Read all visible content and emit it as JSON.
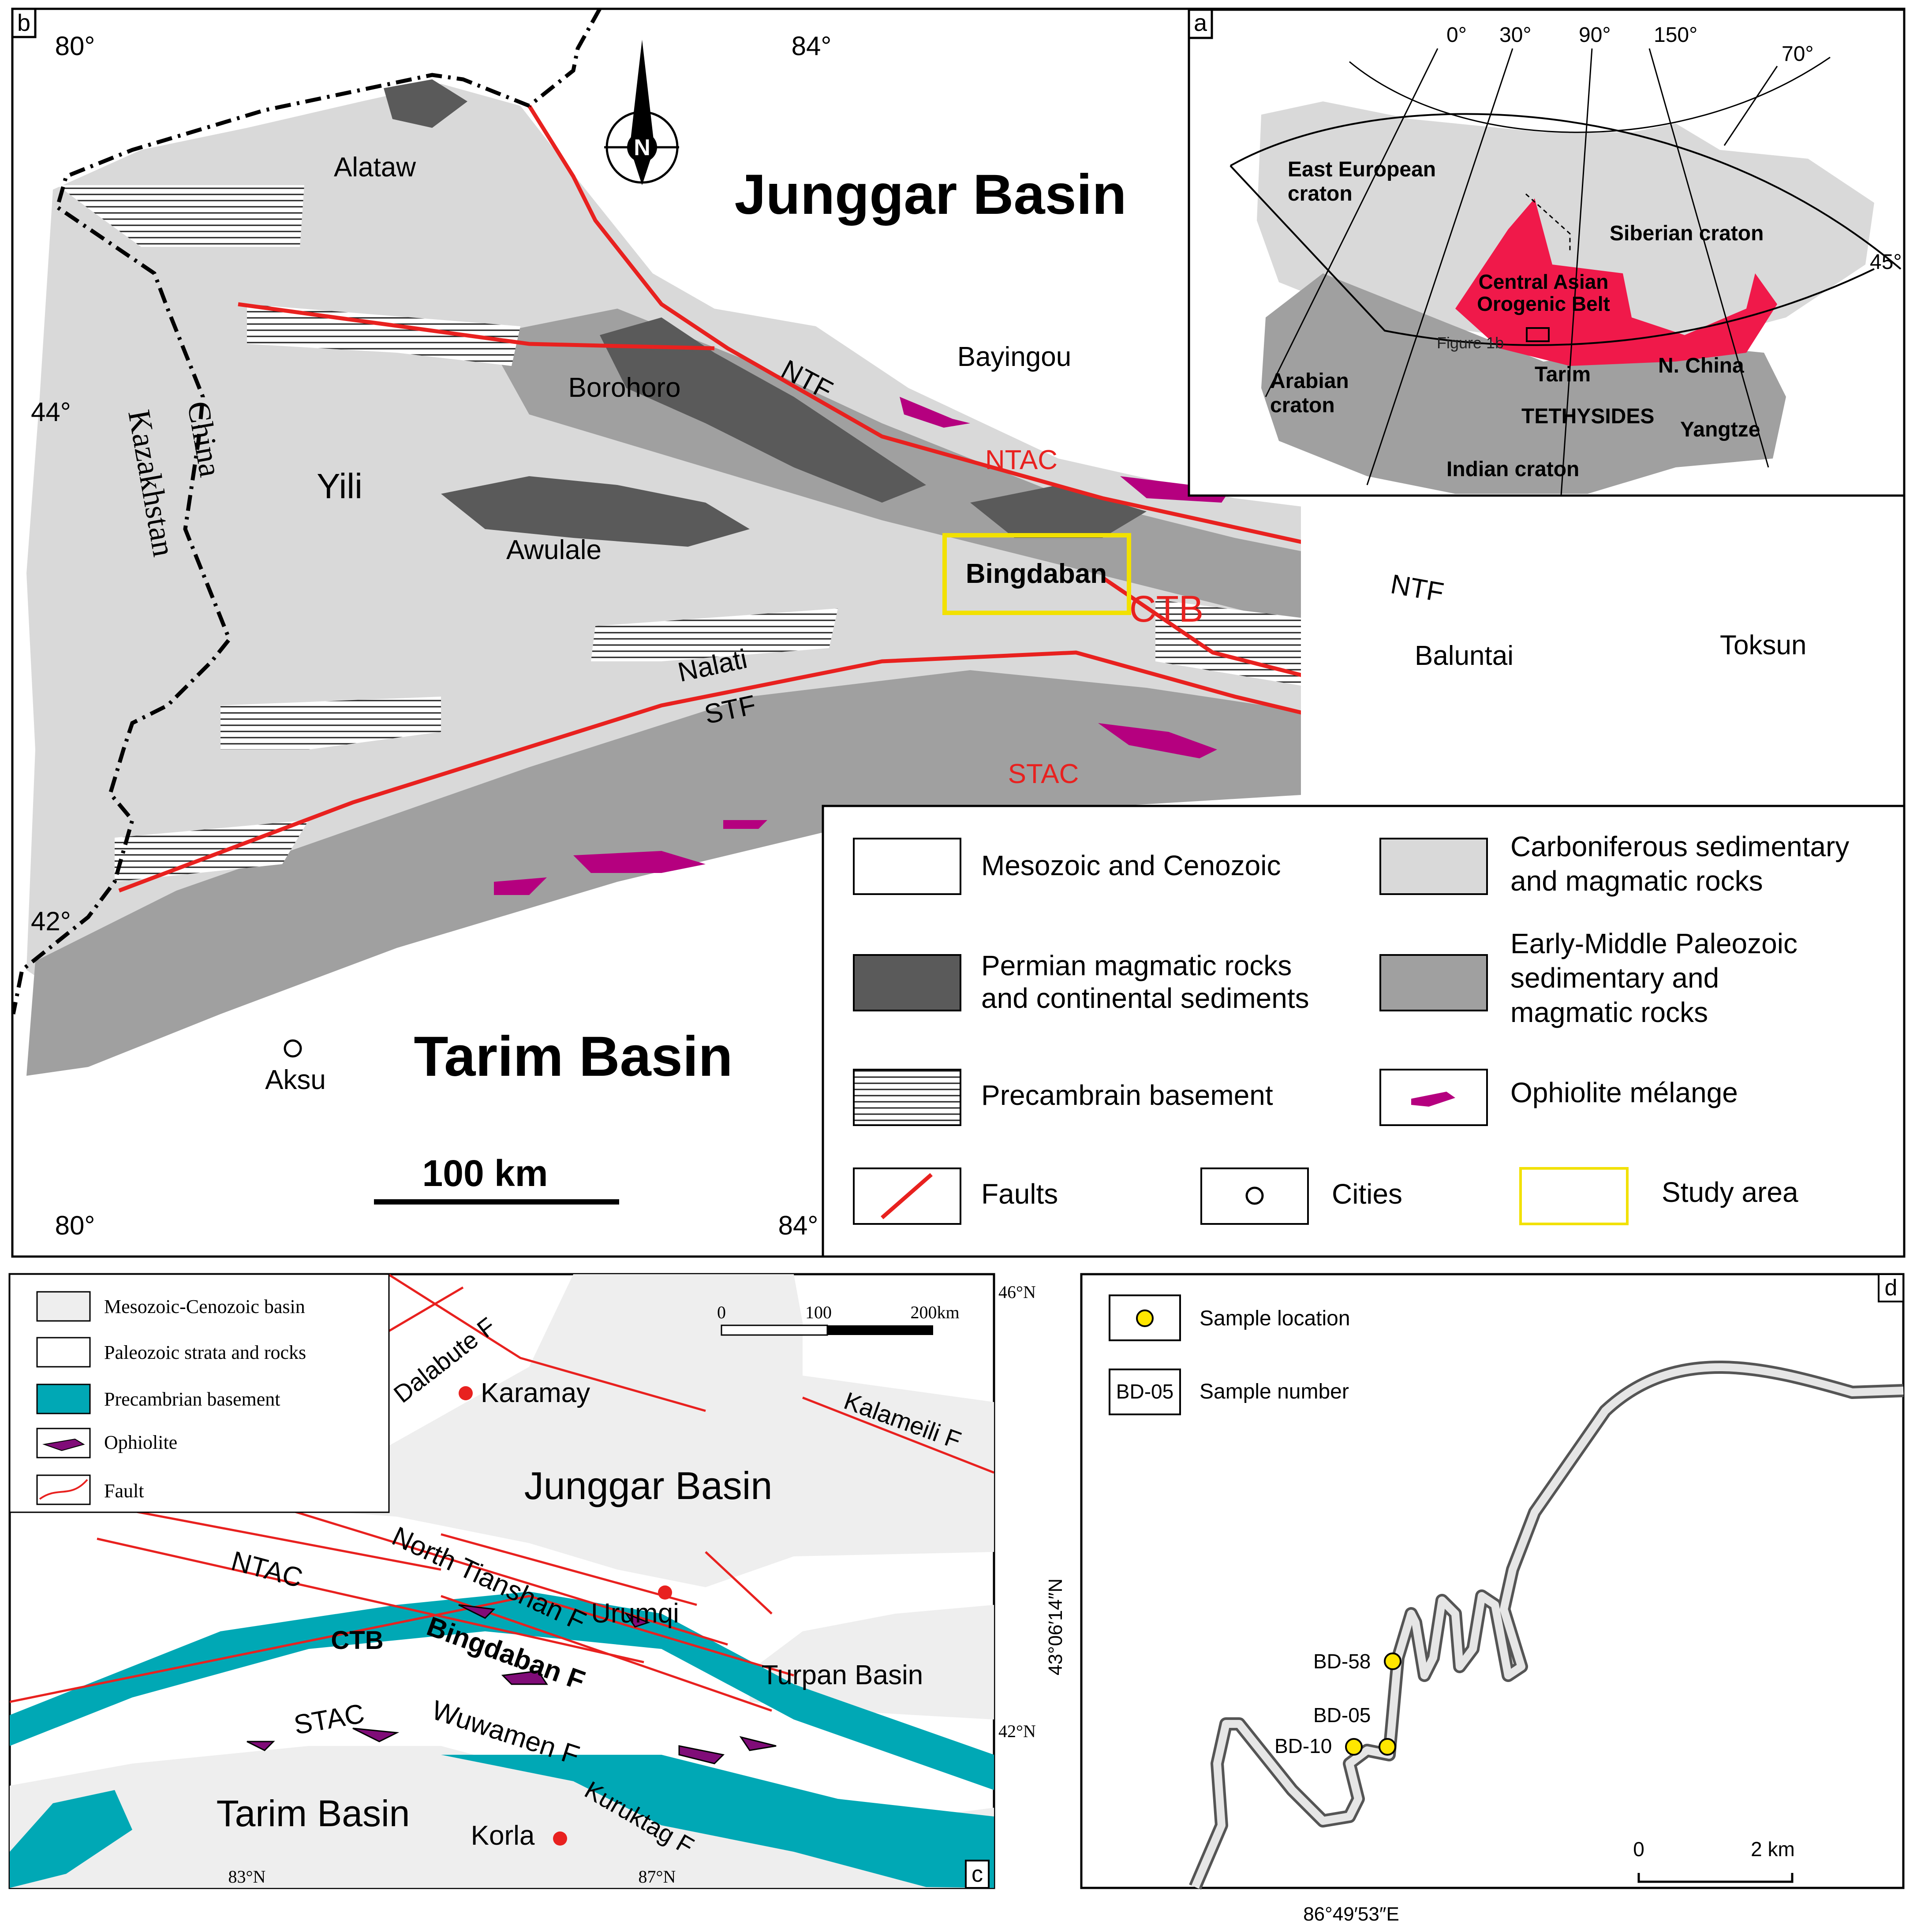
{
  "panel_b": {
    "label": "b",
    "top_lon": [
      "80°",
      "84°"
    ],
    "bottom_lon": [
      "80°",
      "84°"
    ],
    "lat": [
      "44°",
      "42°"
    ],
    "north": "N",
    "junggar": "Junggar Basin",
    "tarim": "Tarim Basin",
    "alataw": "Alataw",
    "borohoro": "Borohoro",
    "bayingou": "Bayingou",
    "yili": "Yili",
    "awulale": "Awulale",
    "bingdaban": "Bingdaban",
    "ctb": "CTB",
    "ntf1": "NTF",
    "ntf2": "NTF",
    "ntac": "NTAC",
    "stac": "STAC",
    "nalati": "Nalati",
    "stf": "STF",
    "baluntai": "Baluntai",
    "toksun": "Toksun",
    "aksu": "Aksu",
    "china": "China",
    "kazakhstan": "Kazakhstan",
    "scale": "100 km",
    "legend": {
      "meso": "Mesozoic and Cenozoic",
      "carb1": "Carboniferous sedimentary",
      "carb2": "and magmatic rocks",
      "perm1": "Permian magmatic rocks",
      "perm2": "and continental sediments",
      "early1": "Early-Middle Paleozoic",
      "early2": "sedimentary and",
      "early3": "magmatic rocks",
      "precam": "Precambrain basement",
      "ophio": "Ophiolite mélange",
      "faults": "Faults",
      "cities": "Cities",
      "study": "Study area"
    }
  },
  "panel_a": {
    "label": "a",
    "lon": [
      "0°",
      "30°",
      "90°",
      "150°",
      "70°"
    ],
    "lat": "45°",
    "east_european": [
      "East European",
      "craton"
    ],
    "siberian": "Siberian craton",
    "caob": [
      "Central Asian",
      "Orogenic Belt"
    ],
    "figure1b": "Figure 1b",
    "arabian": [
      "Arabian",
      "craton"
    ],
    "tarim": "Tarim",
    "nchina": "N. China",
    "tethysides": "TETHYSIDES",
    "yangtze": "Yangtze",
    "indian": "Indian craton"
  },
  "panel_c": {
    "label": "c",
    "legend": {
      "basin": "Mesozoic-Cenozoic basin",
      "paleo": "Paleozoic strata and rocks",
      "precam": "Precambrian basement",
      "ophio": "Ophiolite",
      "fault": "Fault"
    },
    "scale": [
      "0",
      "100",
      "200km"
    ],
    "lat": [
      "46°N",
      "42°N"
    ],
    "lon": [
      "83°N",
      "87°N"
    ],
    "dalabute": "Dalabute F",
    "karamay": "Karamay",
    "kalameili": "Kalameili F",
    "junggar": "Junggar Basin",
    "ntac": "NTAC",
    "north_tianshan": "North Tianshan F",
    "urumqi": "Urumqi",
    "ctb": "CTB",
    "bingdaban": "Bingdaban F",
    "turpan": "Turpan Basin",
    "stac": "STAC",
    "wuwamen": "Wuwamen F",
    "tarim": "Tarim Basin",
    "kuruktag": "Kuruktag F",
    "korla": "Korla"
  },
  "panel_d": {
    "label": "d",
    "legend_sample": "Sample location",
    "legend_number_box": "BD-05",
    "legend_number": "Sample number",
    "samples": [
      "BD-58",
      "BD-05",
      "BD-10"
    ],
    "lat": "43°06′14″N",
    "lon": "86°49′53″E",
    "scale": [
      "0",
      "2 km"
    ]
  },
  "colors": {
    "light_gray": "#d9d9d9",
    "mid_gray": "#a0a0a0",
    "dark_gray": "#5a5a5a",
    "fault_red": "#e8211f",
    "ophiolite": "#b5007f",
    "caob_red": "#f0194a",
    "teal": "#00a8b5",
    "study_yellow": "#f2e100",
    "sample_yellow": "#ffe600"
  }
}
